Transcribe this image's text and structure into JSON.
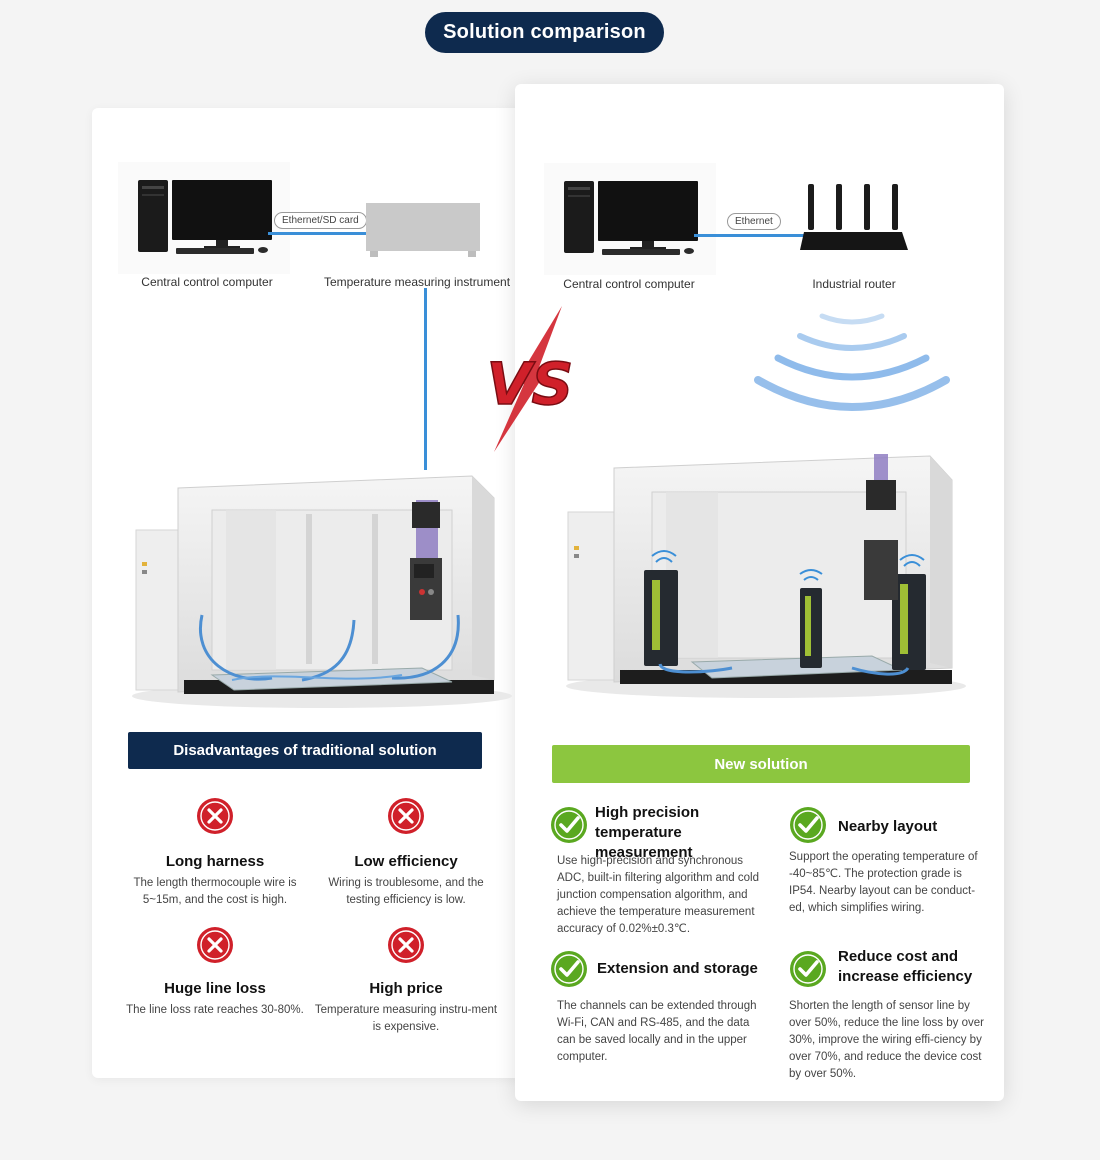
{
  "header": {
    "title": "Solution comparison"
  },
  "left": {
    "computer_label": "Central control computer",
    "cable_label": "Ethernet/SD card",
    "instrument_label": "Temperature measuring instrument",
    "banner": "Disadvantages of traditional solution",
    "items": [
      {
        "title": "Long harness",
        "desc": "The length thermocouple wire is 5~15m, and the cost is high."
      },
      {
        "title": "Low efficiency",
        "desc": "Wiring is troublesome, and the testing efficiency is low."
      },
      {
        "title": "Huge line loss",
        "desc": "The line loss rate reaches 30-80%."
      },
      {
        "title": "High price",
        "desc": "Temperature measuring instru-ment is expensive."
      }
    ]
  },
  "vs_text": "VS",
  "right": {
    "computer_label": "Central control computer",
    "cable_label": "Ethernet",
    "router_label": "Industrial router",
    "banner": "New solution",
    "items": [
      {
        "title": "High precision temperature measurement",
        "desc": "Use high-precision and synchronous ADC, built-in filtering algorithm and cold junction compensation algorithm, and achieve the temperature measurement accuracy of 0.02%±0.3℃."
      },
      {
        "title": "Nearby layout",
        "desc": "Support the operating temperature of -40~85℃. The protection grade is IP54. Nearby layout can be conduct-ed, which simplifies wiring."
      },
      {
        "title": "Extension and storage",
        "desc": "The channels can be extended through Wi-Fi, CAN and RS-485, and the data can be saved locally and in the upper computer."
      },
      {
        "title": "Reduce cost and increase efficiency",
        "desc": "Shorten the length of sensor line by over 50%, reduce the line loss by over 30%, improve the wiring effi-ciency by over 70%, and reduce the device cost by over 50%."
      }
    ]
  },
  "colors": {
    "navy": "#0e2a4e",
    "green": "#8cc63f",
    "red": "#d0202a",
    "cable": "#3a8fd8"
  }
}
